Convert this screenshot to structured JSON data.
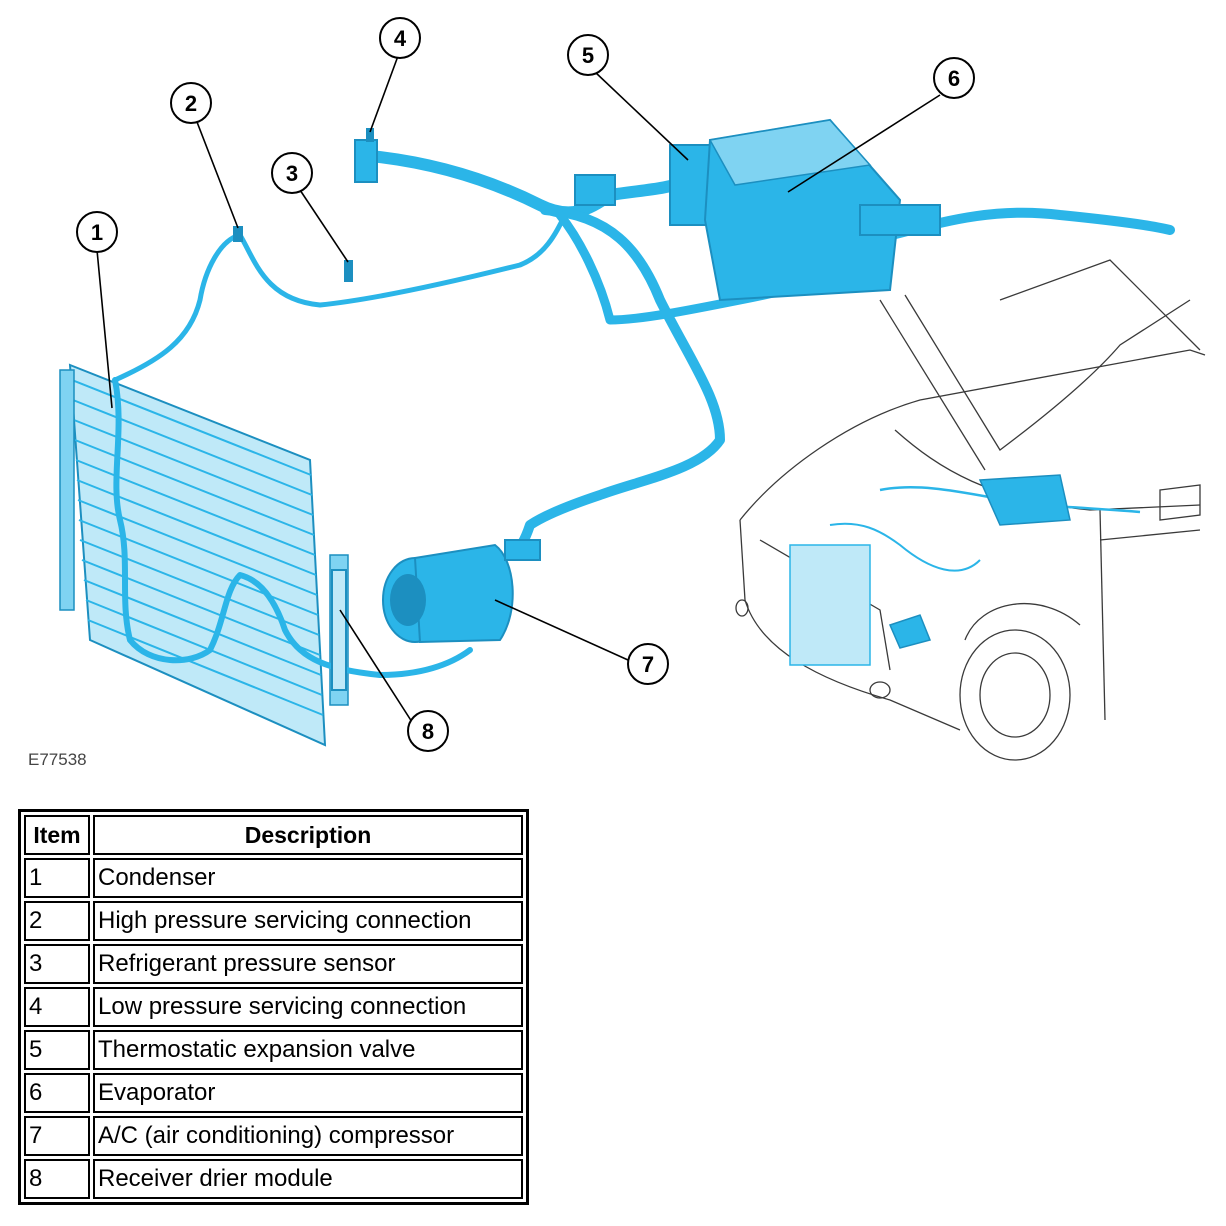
{
  "reference_code": "E77538",
  "colors": {
    "component": "#2bb5e8",
    "component_dark": "#1c8fc0",
    "outline": "#3a3a3a"
  },
  "callouts": [
    {
      "number": "1"
    },
    {
      "number": "2"
    },
    {
      "number": "3"
    },
    {
      "number": "4"
    },
    {
      "number": "5"
    },
    {
      "number": "6"
    },
    {
      "number": "7"
    },
    {
      "number": "8"
    }
  ],
  "legend": {
    "headers": {
      "item": "Item",
      "description": "Description"
    },
    "rows": [
      {
        "item": "1",
        "description": "Condenser"
      },
      {
        "item": "2",
        "description": "High pressure servicing connection"
      },
      {
        "item": "3",
        "description": "Refrigerant pressure sensor"
      },
      {
        "item": "4",
        "description": "Low pressure servicing connection"
      },
      {
        "item": "5",
        "description": "Thermostatic expansion valve"
      },
      {
        "item": "6",
        "description": "Evaporator"
      },
      {
        "item": "7",
        "description": "A/C (air conditioning) compressor"
      },
      {
        "item": "8",
        "description": "Receiver drier module"
      }
    ]
  }
}
